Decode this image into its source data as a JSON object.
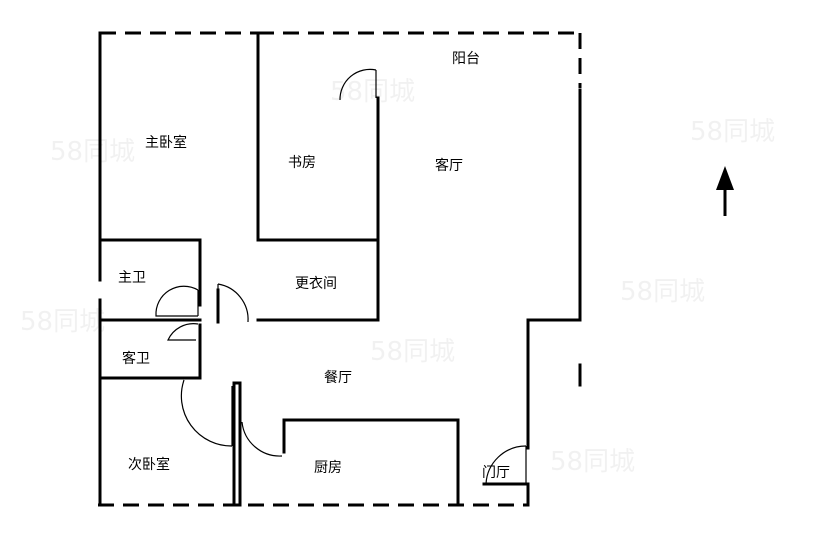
{
  "rooms": {
    "balcony": "阳台",
    "master_bedroom": "主卧室",
    "study": "书房",
    "living_room": "客厅",
    "master_bath": "主卫",
    "dressing_room": "更衣间",
    "guest_bath": "客卫",
    "dining_room": "餐厅",
    "second_bedroom": "次卧室",
    "kitchen": "厨房",
    "foyer": "门厅"
  },
  "north_arrow": {
    "icon": "north-arrow-icon"
  },
  "watermark": {
    "text": "58同城"
  }
}
